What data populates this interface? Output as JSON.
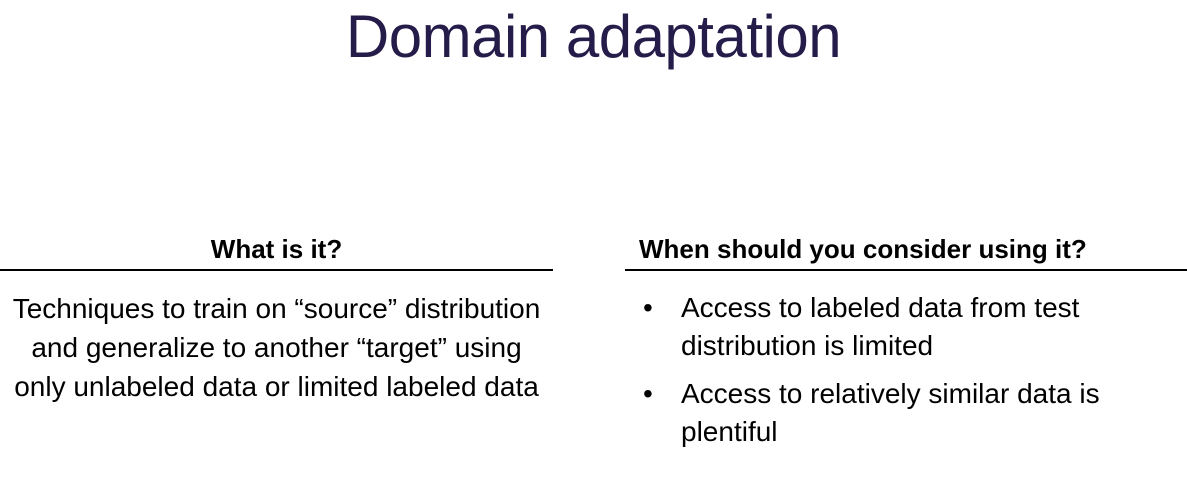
{
  "slide": {
    "title": "Domain adaptation",
    "title_color": "#251c4a",
    "background_color": "#ffffff",
    "text_color": "#000000",
    "columns": [
      {
        "heading": "What is it?",
        "body": "Techniques to train on “source” distribution and generalize to another “target” using only unlabeled data or limited labeled data"
      },
      {
        "heading": "When should you consider using it?",
        "bullet_marker": "•",
        "bullets": [
          "Access to labeled data from test distribution is limited",
          "Access to relatively similar data is plentiful"
        ]
      }
    ]
  }
}
